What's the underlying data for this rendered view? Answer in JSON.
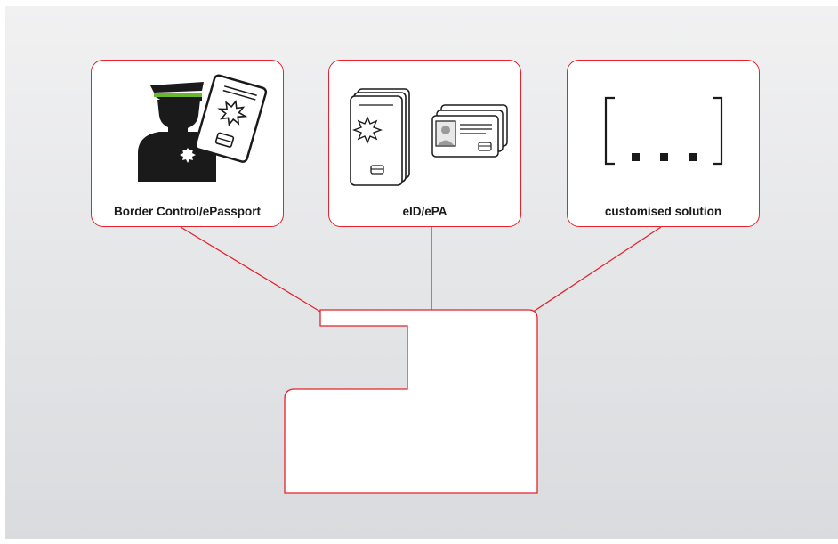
{
  "diagram": {
    "colors": {
      "accent": "#e3232d",
      "cap_band": "#6ab72f",
      "ink": "#1a1a1a",
      "background_top": "#f1f1f2",
      "background_bottom": "#d9dbde"
    },
    "cards": [
      {
        "label": "Border Control/ePassport",
        "icon": "officer-with-passport-icon"
      },
      {
        "label": "eID/ePA",
        "icon": "id-documents-icon"
      },
      {
        "label": "customised solution",
        "icon": "ellipsis-brackets-icon"
      }
    ],
    "hub": {
      "label": ""
    }
  }
}
